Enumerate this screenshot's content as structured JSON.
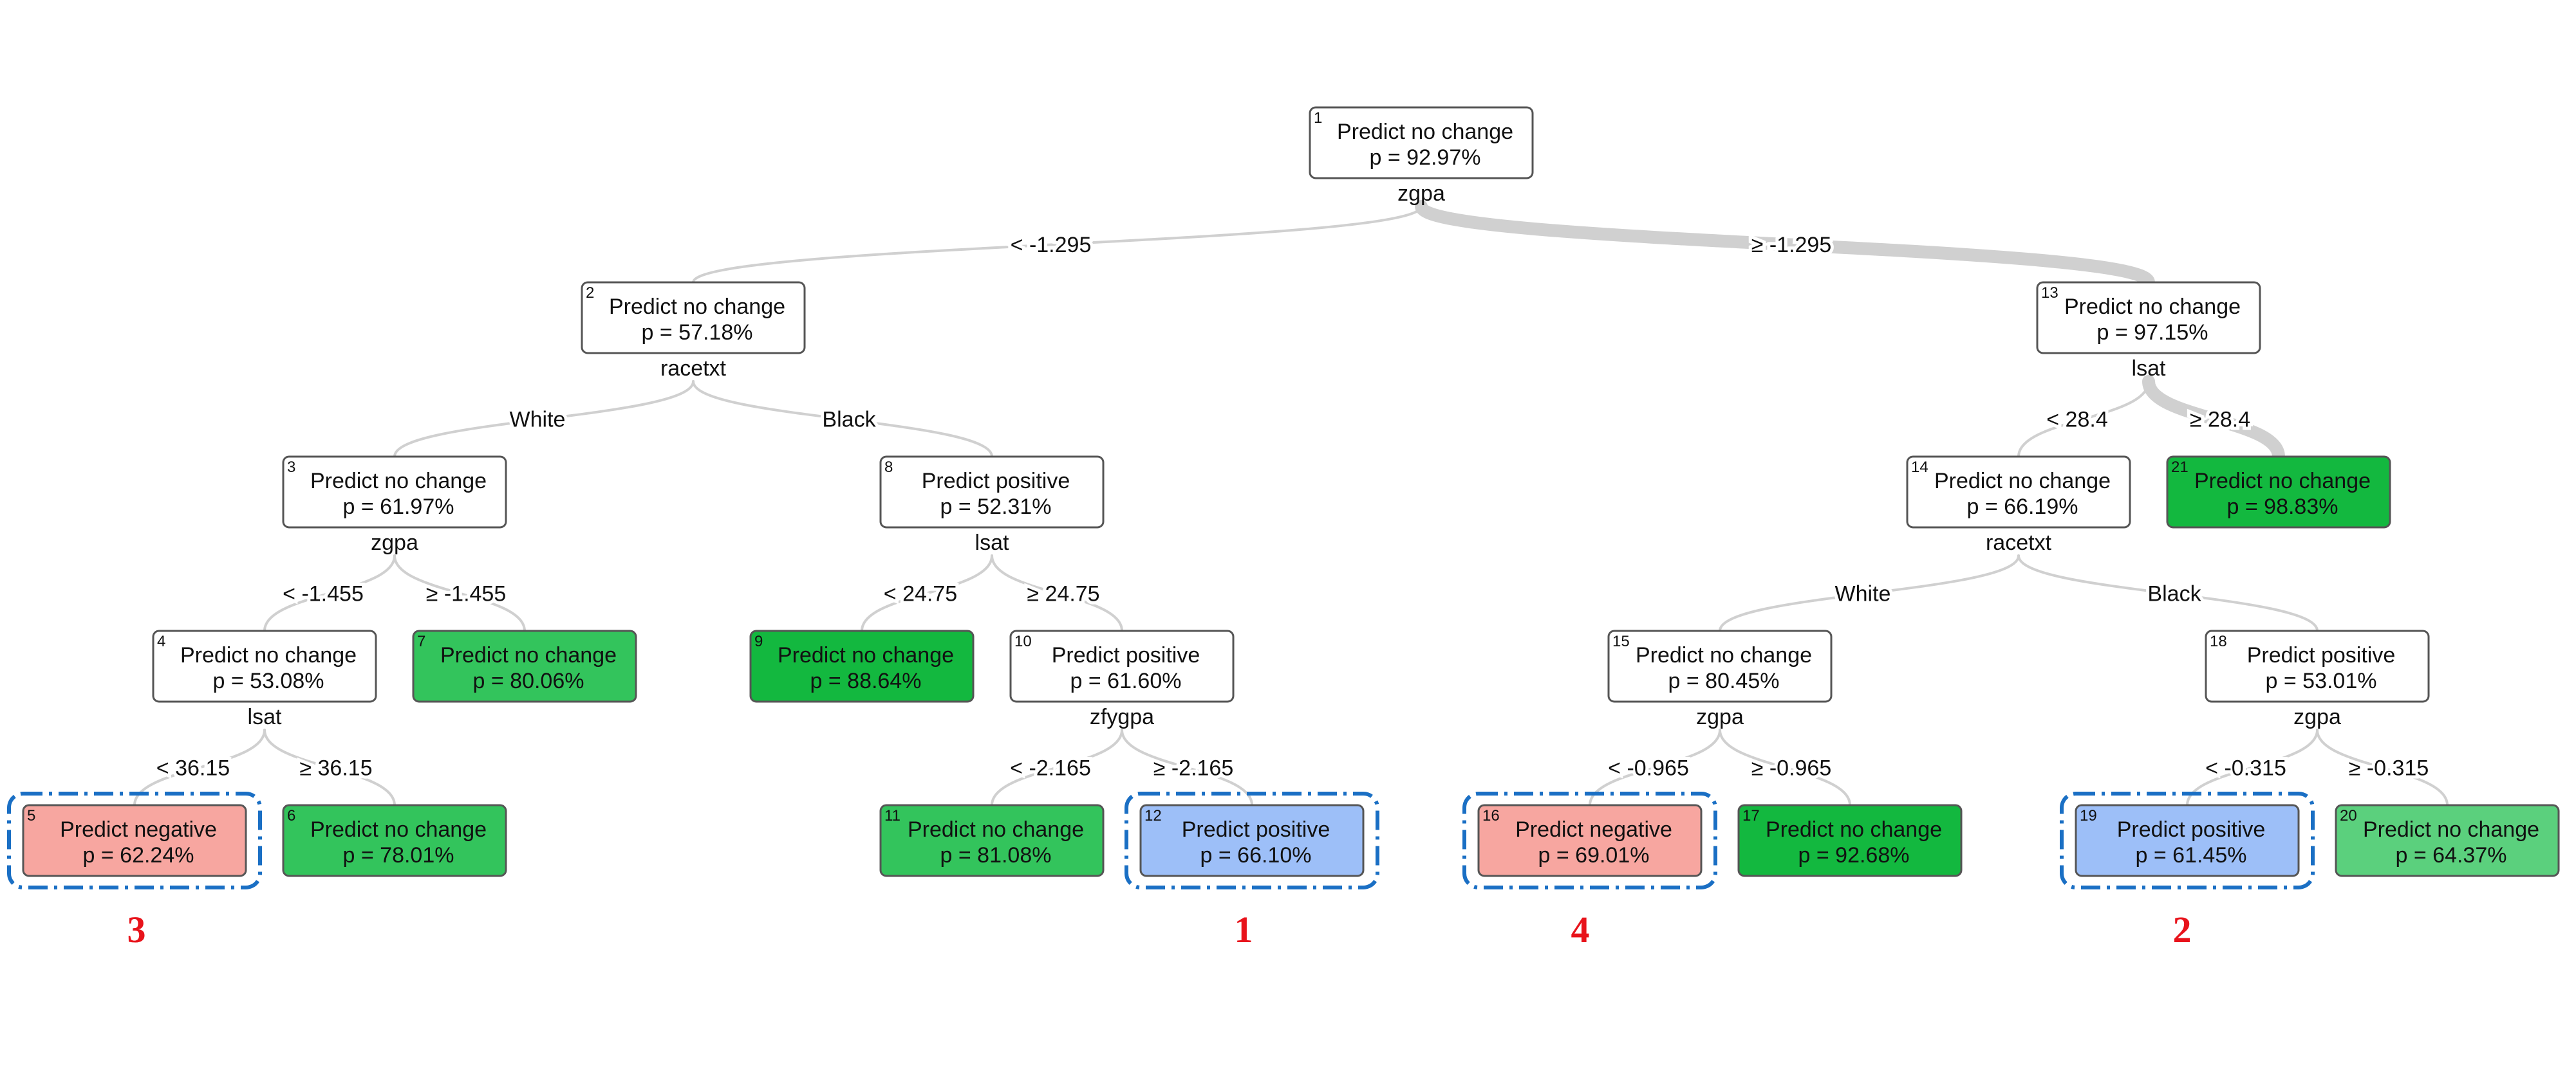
{
  "colors": {
    "white": "#ffffff",
    "negative": "#f7a6a0",
    "positive": "#9dbff8",
    "no_change_green_light": "#5bd07d",
    "no_change_green_mid": "#33c45c",
    "no_change_green_dark": "#13b83f",
    "edge": "#d0d0d0",
    "highlight": "#1a6fc4",
    "rank": "#e8131b"
  },
  "nodes": [
    {
      "id": "1",
      "label": "Predict no change",
      "p": "p = 92.97%",
      "split": "zgpa",
      "fill": "white"
    },
    {
      "id": "2",
      "label": "Predict no change",
      "p": "p = 57.18%",
      "split": "racetxt",
      "fill": "white"
    },
    {
      "id": "3",
      "label": "Predict no change",
      "p": "p = 61.97%",
      "split": "zgpa",
      "fill": "white"
    },
    {
      "id": "4",
      "label": "Predict no change",
      "p": "p = 53.08%",
      "split": "lsat",
      "fill": "white"
    },
    {
      "id": "5",
      "label": "Predict negative",
      "p": "p = 62.24%",
      "split": "",
      "fill": "negative"
    },
    {
      "id": "6",
      "label": "Predict no change",
      "p": "p = 78.01%",
      "split": "",
      "fill": "no_change_green_mid"
    },
    {
      "id": "7",
      "label": "Predict no change",
      "p": "p = 80.06%",
      "split": "",
      "fill": "no_change_green_mid"
    },
    {
      "id": "8",
      "label": "Predict positive",
      "p": "p = 52.31%",
      "split": "lsat",
      "fill": "white"
    },
    {
      "id": "9",
      "label": "Predict no change",
      "p": "p = 88.64%",
      "split": "",
      "fill": "no_change_green_dark"
    },
    {
      "id": "10",
      "label": "Predict positive",
      "p": "p = 61.60%",
      "split": "zfygpa",
      "fill": "white"
    },
    {
      "id": "11",
      "label": "Predict no change",
      "p": "p = 81.08%",
      "split": "",
      "fill": "no_change_green_mid"
    },
    {
      "id": "12",
      "label": "Predict positive",
      "p": "p = 66.10%",
      "split": "",
      "fill": "positive"
    },
    {
      "id": "13",
      "label": "Predict no change",
      "p": "p = 97.15%",
      "split": "lsat",
      "fill": "white"
    },
    {
      "id": "14",
      "label": "Predict no change",
      "p": "p = 66.19%",
      "split": "racetxt",
      "fill": "white"
    },
    {
      "id": "15",
      "label": "Predict no change",
      "p": "p = 80.45%",
      "split": "zgpa",
      "fill": "white"
    },
    {
      "id": "16",
      "label": "Predict negative",
      "p": "p = 69.01%",
      "split": "",
      "fill": "negative"
    },
    {
      "id": "17",
      "label": "Predict no change",
      "p": "p = 92.68%",
      "split": "",
      "fill": "no_change_green_dark"
    },
    {
      "id": "18",
      "label": "Predict positive",
      "p": "p = 53.01%",
      "split": "zgpa",
      "fill": "white"
    },
    {
      "id": "19",
      "label": "Predict positive",
      "p": "p = 61.45%",
      "split": "",
      "fill": "positive"
    },
    {
      "id": "20",
      "label": "Predict no change",
      "p": "p = 64.37%",
      "split": "",
      "fill": "no_change_green_light"
    },
    {
      "id": "21",
      "label": "Predict no change",
      "p": "p = 98.83%",
      "split": "",
      "fill": "no_change_green_dark"
    }
  ],
  "edges": [
    {
      "from": "1",
      "to": "2",
      "label": "< -1.295",
      "weight": "thin"
    },
    {
      "from": "1",
      "to": "13",
      "label": "≥ -1.295",
      "weight": "thick"
    },
    {
      "from": "2",
      "to": "3",
      "label": "White",
      "weight": "thin"
    },
    {
      "from": "2",
      "to": "8",
      "label": "Black",
      "weight": "thin"
    },
    {
      "from": "3",
      "to": "4",
      "label": "< -1.455",
      "weight": "thin"
    },
    {
      "from": "3",
      "to": "7",
      "label": "≥ -1.455",
      "weight": "thin"
    },
    {
      "from": "4",
      "to": "5",
      "label": "< 36.15",
      "weight": "thin"
    },
    {
      "from": "4",
      "to": "6",
      "label": "≥ 36.15",
      "weight": "thin"
    },
    {
      "from": "8",
      "to": "9",
      "label": "< 24.75",
      "weight": "thin"
    },
    {
      "from": "8",
      "to": "10",
      "label": "≥ 24.75",
      "weight": "thin"
    },
    {
      "from": "10",
      "to": "11",
      "label": "< -2.165",
      "weight": "thin"
    },
    {
      "from": "10",
      "to": "12",
      "label": "≥ -2.165",
      "weight": "thin"
    },
    {
      "from": "13",
      "to": "14",
      "label": "< 28.4",
      "weight": "thin"
    },
    {
      "from": "13",
      "to": "21",
      "label": "≥ 28.4",
      "weight": "thick"
    },
    {
      "from": "14",
      "to": "15",
      "label": "White",
      "weight": "thin"
    },
    {
      "from": "14",
      "to": "18",
      "label": "Black",
      "weight": "thin"
    },
    {
      "from": "15",
      "to": "16",
      "label": "< -0.965",
      "weight": "thin"
    },
    {
      "from": "15",
      "to": "17",
      "label": "≥ -0.965",
      "weight": "thin"
    },
    {
      "from": "18",
      "to": "19",
      "label": "< -0.315",
      "weight": "thin"
    },
    {
      "from": "18",
      "to": "20",
      "label": "≥ -0.315",
      "weight": "thin"
    }
  ],
  "highlights": [
    {
      "node": "12",
      "rank": "1"
    },
    {
      "node": "19",
      "rank": "2"
    },
    {
      "node": "5",
      "rank": "3"
    },
    {
      "node": "16",
      "rank": "4"
    }
  ]
}
